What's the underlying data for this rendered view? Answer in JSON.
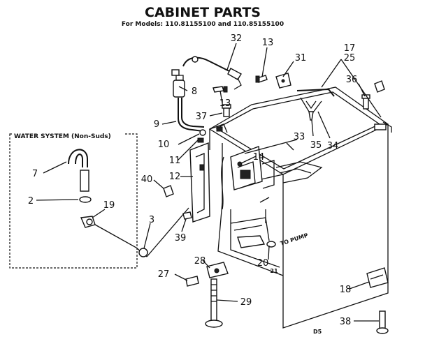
{
  "header": {
    "title": "CABINET PARTS",
    "subtitle": "For Models: 110.81155100 and 110.85155100"
  },
  "water_system_box": {
    "label": "WATER SYSTEM (Non-Suds)"
  },
  "callouts": {
    "c32": "32",
    "c13a": "13",
    "c31": "31",
    "c17_25": "17\n25",
    "c17": "17",
    "c25": "25",
    "c8": "8",
    "c13b": "13",
    "c36": "36",
    "c37": "37",
    "c9": "9",
    "c10": "10",
    "c33": "33",
    "c35": "35",
    "c34": "34",
    "c11": "11",
    "c14": "14",
    "c12": "12",
    "c40": "40",
    "c7": "7",
    "c2": "2",
    "c19": "19",
    "c3": "3",
    "c39": "39",
    "c28": "28",
    "c20": "20",
    "c21": "21",
    "c27": "27",
    "c18": "18",
    "c29": "29",
    "c38": "38"
  },
  "annotations": {
    "to_pump": "TO PUMP",
    "code": "D5"
  }
}
